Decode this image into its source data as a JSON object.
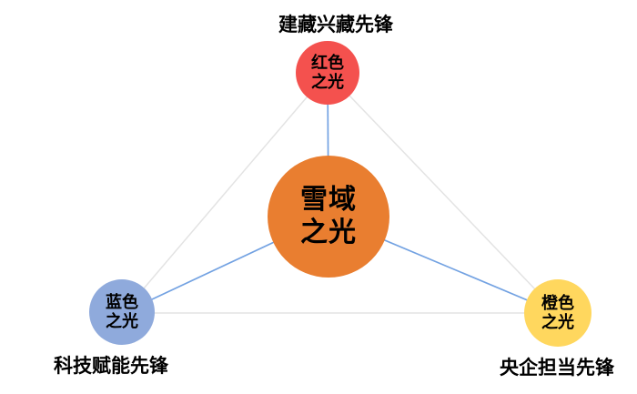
{
  "diagram": {
    "background": "#FFFFFF",
    "text_color": "#000000",
    "titles": {
      "top": "建藏兴藏先锋",
      "bottom_left": "科技赋能先锋",
      "bottom_right": "央企担当先锋"
    },
    "nodes": {
      "center": {
        "line1": "雪域",
        "line2": "之光",
        "color": "#E97E30"
      },
      "top": {
        "line1": "红色",
        "line2": "之光",
        "color": "#F4514E"
      },
      "bottom_left": {
        "line1": "蓝色",
        "line2": "之光",
        "color": "#8FAADC"
      },
      "bottom_right": {
        "line1": "橙色",
        "line2": "之光",
        "color": "#FFD75E"
      }
    },
    "connectors": {
      "edge_color": "#E3E3E3",
      "spoke_color": "#73A2E2"
    }
  }
}
